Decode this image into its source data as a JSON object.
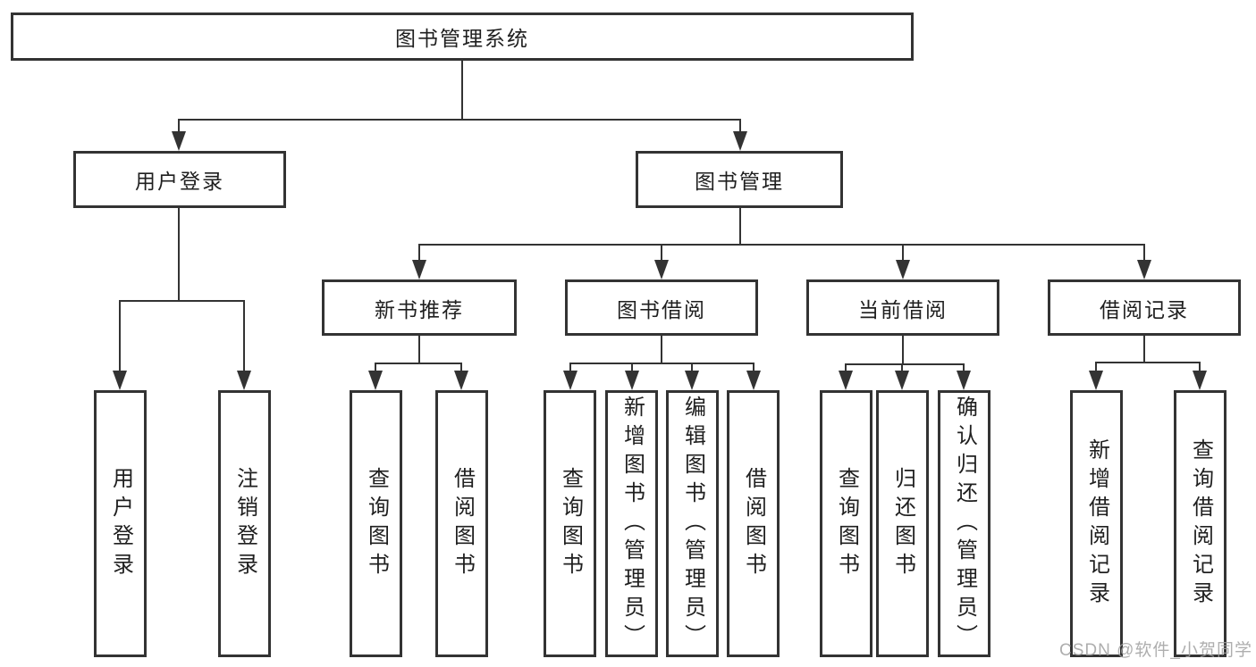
{
  "colors": {
    "line": "#333333",
    "text": "#1f1f1f",
    "background": "#ffffff",
    "watermark": "#a0a0a0"
  },
  "watermark": {
    "text": "CSDN @软件_小贺同学"
  },
  "nodes": {
    "root": {
      "label": "图书管理系统",
      "children": [
        "login",
        "mgmt"
      ]
    },
    "login": {
      "label": "用户登录",
      "children": [
        "login_user",
        "login_logout"
      ]
    },
    "mgmt": {
      "label": "图书管理",
      "children": [
        "rec",
        "borrow",
        "current",
        "records"
      ]
    },
    "rec": {
      "label": "新书推荐",
      "children": [
        "rec_query",
        "rec_borrow"
      ]
    },
    "borrow": {
      "label": "图书借阅",
      "children": [
        "bb_query",
        "bb_add",
        "bb_edit",
        "bb_borrow"
      ]
    },
    "current": {
      "label": "当前借阅",
      "children": [
        "cb_query",
        "cb_return",
        "cb_confirm"
      ]
    },
    "records": {
      "label": "借阅记录",
      "children": [
        "br_add",
        "br_query"
      ]
    },
    "login_user": {
      "label": "用户登录"
    },
    "login_logout": {
      "label": "注销登录"
    },
    "rec_query": {
      "label": "查询图书"
    },
    "rec_borrow": {
      "label": "借阅图书"
    },
    "bb_query": {
      "label": "查询图书"
    },
    "bb_add": {
      "label": "新增图书（管理员）"
    },
    "bb_edit": {
      "label": "编辑图书（管理员）"
    },
    "bb_borrow": {
      "label": "借阅图书"
    },
    "cb_query": {
      "label": "查询图书"
    },
    "cb_return": {
      "label": "归还图书"
    },
    "cb_confirm": {
      "label": "确认归还（管理员）"
    },
    "br_add": {
      "label": "新增借阅记录"
    },
    "br_query": {
      "label": "查询借阅记录"
    }
  }
}
